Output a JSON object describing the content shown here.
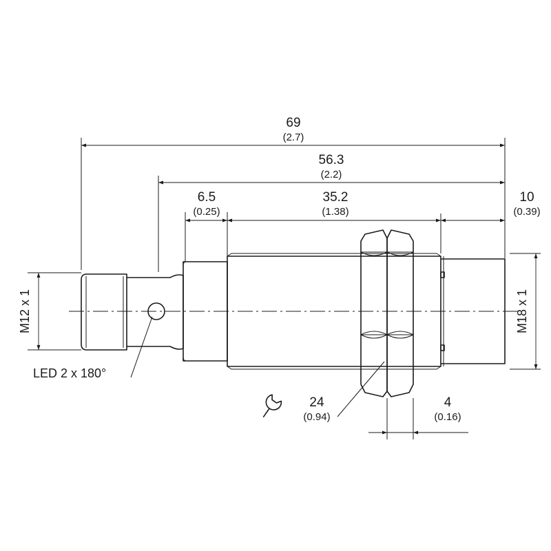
{
  "dimensions": {
    "overall": {
      "value": "69",
      "inch": "(2.7)"
    },
    "body": {
      "value": "56.3",
      "inch": "(2.2)"
    },
    "collar": {
      "value": "6.5",
      "inch": "(0.25)"
    },
    "thread": {
      "value": "35.2",
      "inch": "(1.38)"
    },
    "cap": {
      "value": "10",
      "inch": "(0.39)"
    },
    "wrench": {
      "value": "24",
      "inch": "(0.94)"
    },
    "nut": {
      "value": "4",
      "inch": "(0.16)"
    }
  },
  "labels": {
    "connector_thread": "M12 x 1",
    "housing_thread": "M18 x 1",
    "led": "LED 2 x 180°"
  },
  "icons": {
    "wrench": "wrench-icon"
  }
}
